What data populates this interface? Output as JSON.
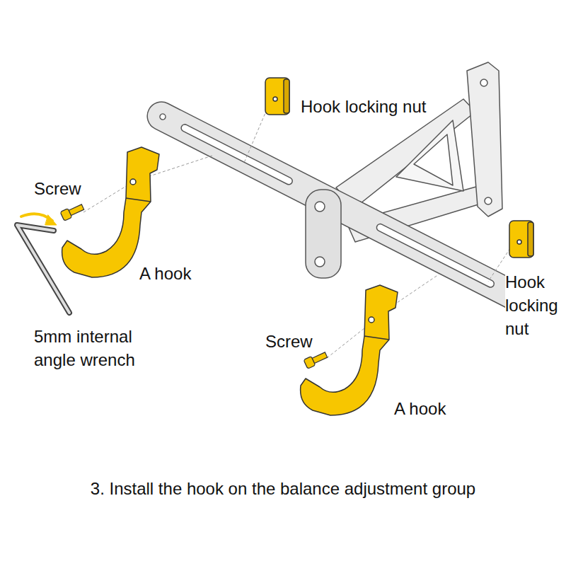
{
  "diagram": {
    "caption": "3. Install the hook on the balance adjustment group",
    "labels": [
      "Hook locking nut",
      "Screw",
      "A hook",
      "Hook locking nut",
      "5mm internal angle wrench",
      "Screw",
      "A hook"
    ]
  }
}
